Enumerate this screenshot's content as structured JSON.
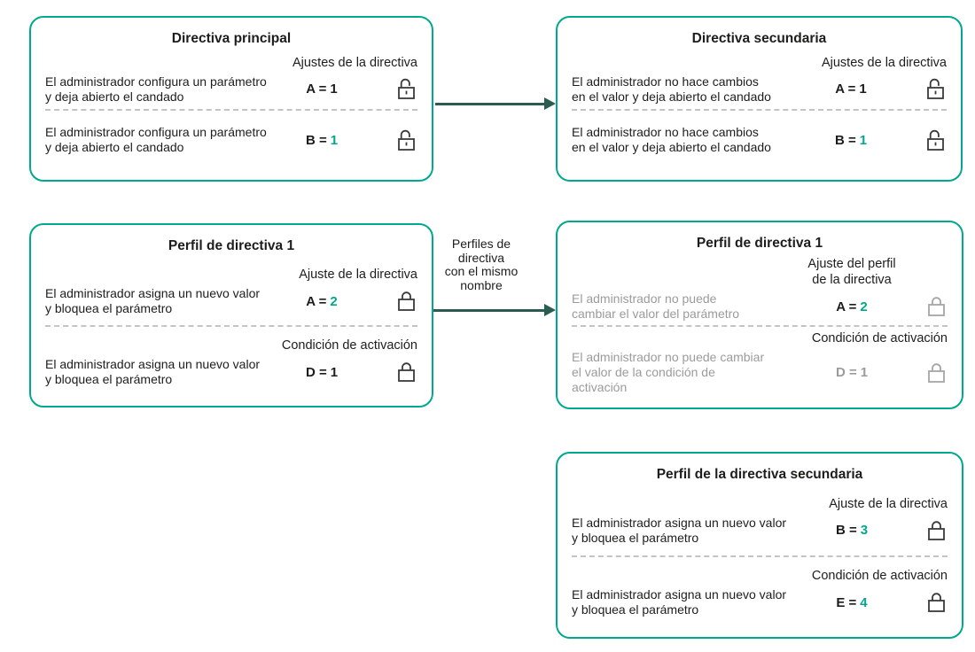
{
  "colors": {
    "accent_teal": "#00a88e",
    "arrow_dark_teal": "#2b5c52",
    "text_dark": "#1d1d1b",
    "text_muted": "#9b9b9b",
    "lock_dark": "#3a3a3a",
    "lock_gray": "#a5a5a5",
    "divider_gray": "#c4c4c4"
  },
  "boxes": [
    {
      "title": "Directiva principal",
      "sections": [
        {
          "header": "Ajustes de la directiva",
          "desc": [
            "El administrador configura un parámetro",
            "y deja abierto el candado"
          ],
          "value": {
            "label": "A =",
            "num": "1"
          },
          "lock": "open"
        },
        {
          "desc": [
            "El administrador configura un parámetro",
            "y deja abierto el candado"
          ],
          "value": {
            "label": "B =",
            "num": "1"
          },
          "lock": "open"
        }
      ]
    },
    {
      "title": "Directiva secundaria",
      "sections": [
        {
          "header": "Ajustes de la directiva",
          "desc": [
            "El administrador no hace cambios",
            "en el valor y deja abierto el candado"
          ],
          "value": {
            "label": "A =",
            "num": "1"
          },
          "lock": "open"
        },
        {
          "desc": [
            "El administrador no hace cambios",
            "en el valor y deja abierto el candado"
          ],
          "value": {
            "label": "B =",
            "num": "1"
          },
          "lock": "open"
        }
      ]
    },
    {
      "title": "Perfil de directiva 1",
      "sections": [
        {
          "header": "Ajuste de la directiva",
          "desc": [
            "El administrador asigna un nuevo valor",
            "y bloquea el parámetro"
          ],
          "value": {
            "label": "A =",
            "num": "2"
          },
          "lock": "closed"
        },
        {
          "header": "Condición de activación",
          "desc": [
            "El administrador asigna un nuevo valor",
            "y bloquea el parámetro"
          ],
          "value": {
            "label": "D =",
            "num": "1"
          },
          "lock": "closed"
        }
      ]
    },
    {
      "title": "Perfil de directiva 1",
      "sections": [
        {
          "header_lines": [
            "Ajuste del perfil",
            "de la directiva"
          ],
          "desc": [
            "El administrador no puede",
            "cambiar el valor del parámetro"
          ],
          "value": {
            "label": "A =",
            "num": "2"
          },
          "lock": "closed-gray"
        },
        {
          "header": "Condición de activación",
          "desc": [
            "El administrador no puede cambiar",
            "el valor de la condición de",
            "activación"
          ],
          "value": {
            "label": "D =",
            "num": "1"
          },
          "lock": "closed-gray"
        }
      ]
    },
    {
      "title": "Perfil de la directiva secundaria",
      "sections": [
        {
          "header": "Ajuste de la directiva",
          "desc": [
            "El administrador asigna un nuevo valor",
            "y bloquea el parámetro"
          ],
          "value": {
            "label": "B =",
            "num": "3"
          },
          "lock": "closed"
        },
        {
          "header": "Condición de activación",
          "desc": [
            "El administrador asigna un nuevo valor",
            "y bloquea el parámetro"
          ],
          "value": {
            "label": "E =",
            "num": "4"
          },
          "lock": "closed"
        }
      ]
    }
  ],
  "arrows": {
    "policy_inheritance": {
      "label": ""
    },
    "profile_inheritance": {
      "label_lines": [
        "Perfiles de",
        "directiva",
        "con el mismo",
        "nombre"
      ]
    }
  }
}
